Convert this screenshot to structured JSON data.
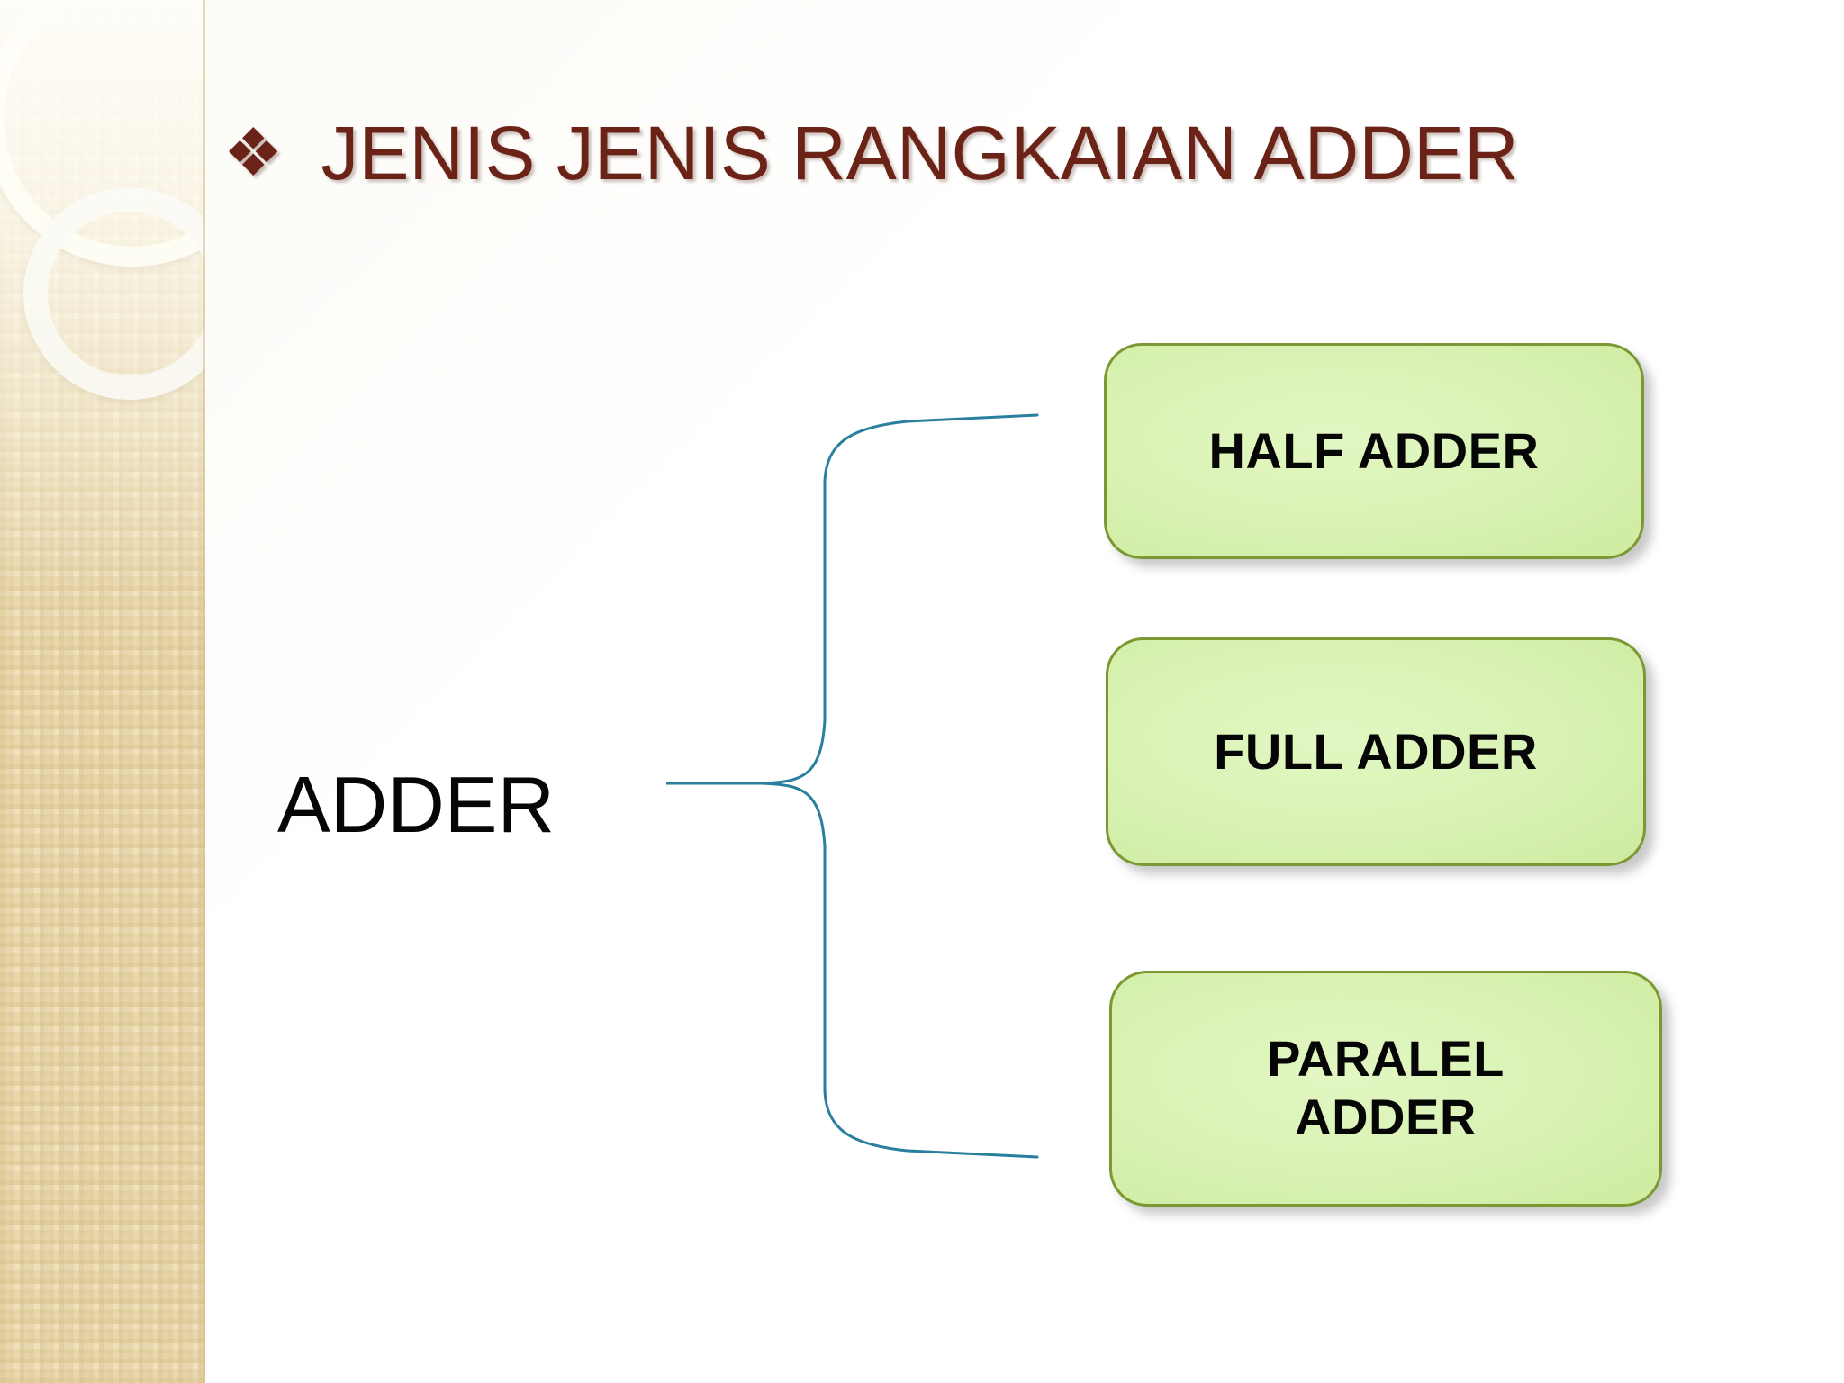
{
  "slide": {
    "title": {
      "bullet_icon": "diamond-cluster-bullet",
      "bullet_glyph": "❖",
      "text": "JENIS JENIS RANGKAIAN ADDER",
      "color": "#6b2318"
    },
    "root_node": {
      "label": "ADDER",
      "color": "#060606"
    },
    "connector": {
      "style": "curly-bracket",
      "color": "#2a7f9e"
    },
    "nodes": [
      {
        "label": "HALF ADDER",
        "fill": "#d9f2b4",
        "border": "#7b9833"
      },
      {
        "label": "FULL ADDER",
        "fill": "#d9f2b4",
        "border": "#7b9833"
      },
      {
        "label": "PARALEL\nADDER",
        "line1": "PARALEL",
        "line2": "ADDER",
        "fill": "#d9f2b4",
        "border": "#7b9833"
      }
    ],
    "theme": {
      "sidebar_color": "#efe1bd",
      "background": "#ffffff"
    }
  }
}
